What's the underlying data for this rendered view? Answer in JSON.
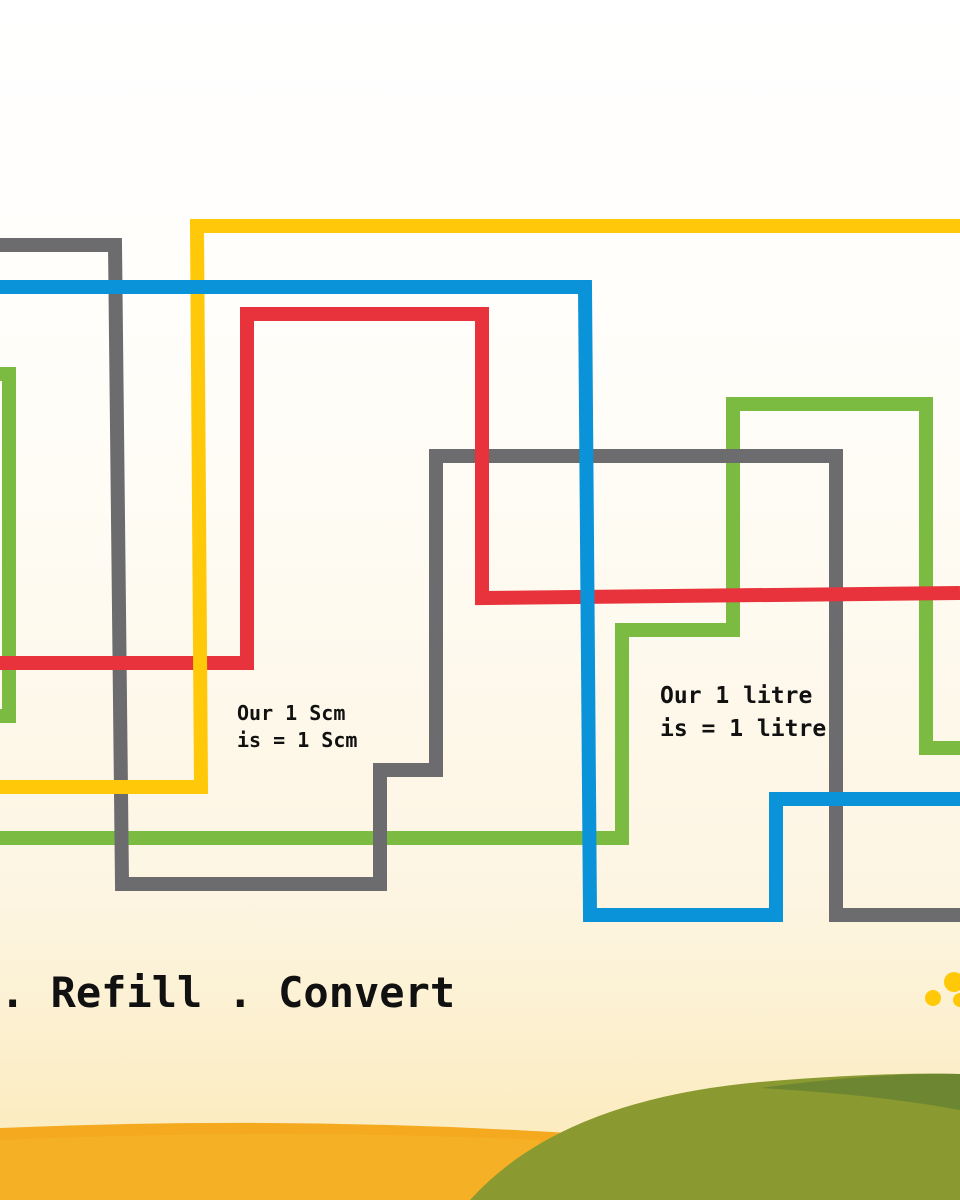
{
  "captions": {
    "scm": "Our 1 Scm\nis = 1 Scm",
    "litre": "Our 1 litre\nis = 1 litre"
  },
  "tagline": ". Refill . Convert",
  "colors": {
    "gray": "#6c6c6e",
    "blue": "#0a93d8",
    "yellow": "#ffc90a",
    "red": "#e8323c",
    "green": "#7bbb42",
    "orange": "#f5a623",
    "hill_dark": "#6d8632",
    "hill_light": "#8a9a30"
  }
}
